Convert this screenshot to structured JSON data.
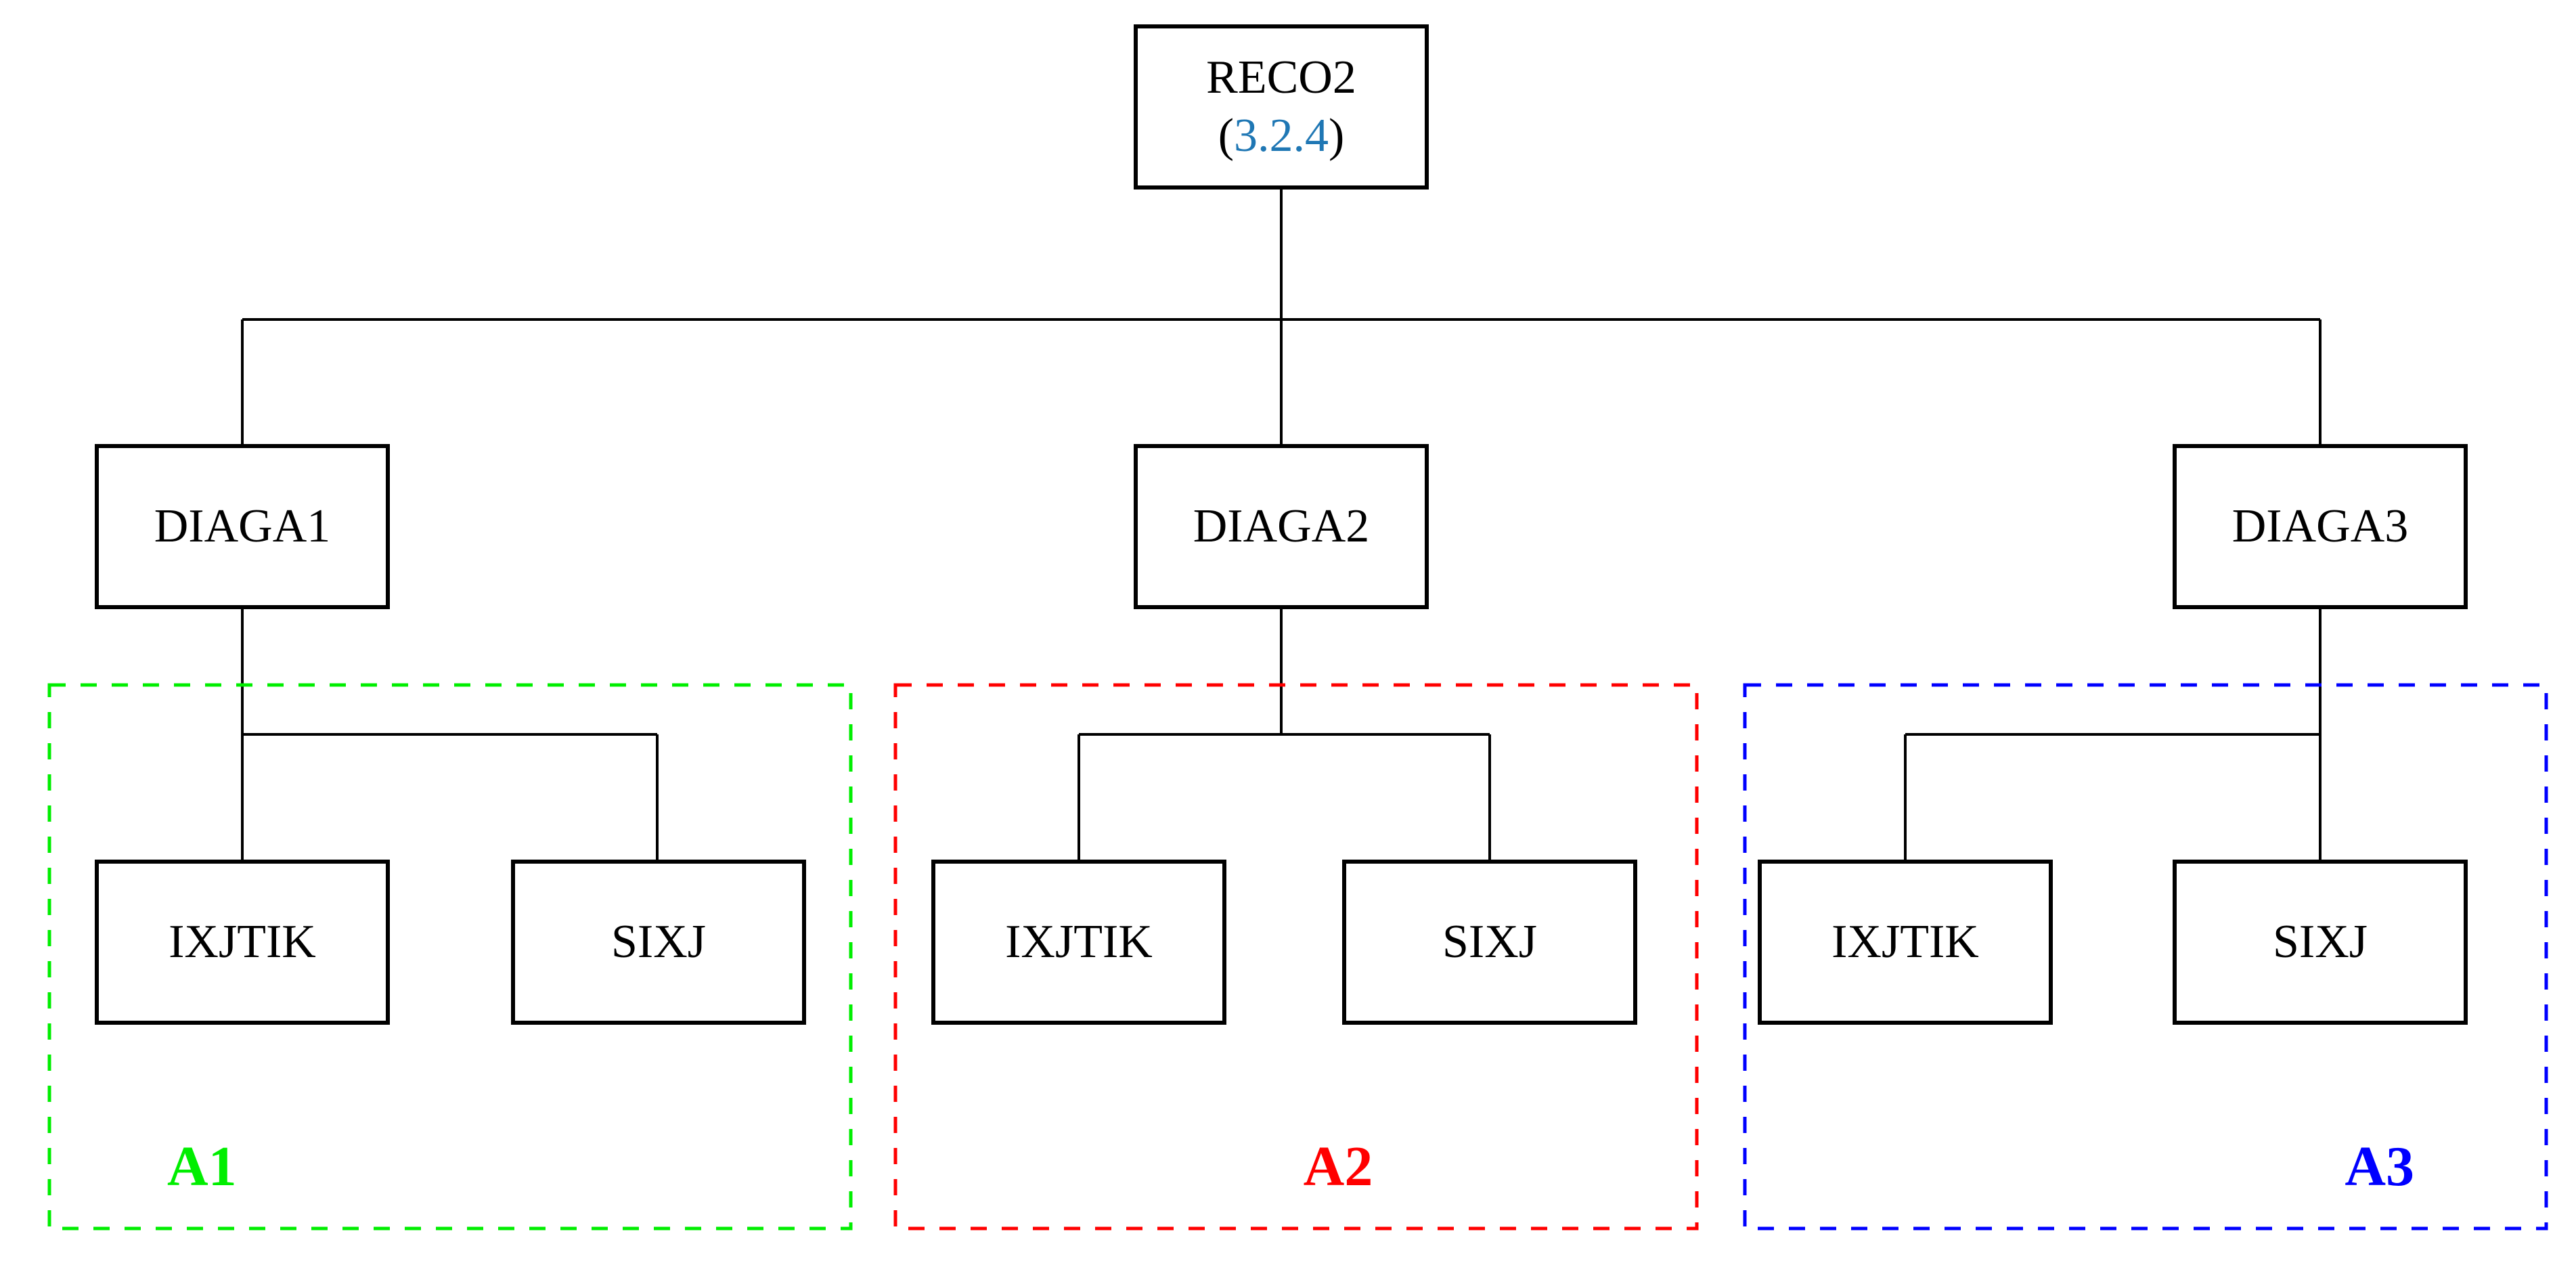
{
  "root_node": {
    "label": "RECO2",
    "version_open": "(",
    "version": "3.2.4",
    "version_close": ")",
    "version_color": "#1f77b4"
  },
  "branch_nodes": [
    {
      "label": "DIAGA1"
    },
    {
      "label": "DIAGA2"
    },
    {
      "label": "DIAGA3"
    }
  ],
  "clusters": [
    {
      "label": "A1",
      "color": "#00ee00",
      "children": [
        {
          "label": "IXJTIK"
        },
        {
          "label": "SIXJ"
        }
      ]
    },
    {
      "label": "A2",
      "color": "#ff0000",
      "children": [
        {
          "label": "IXJTIK"
        },
        {
          "label": "SIXJ"
        }
      ]
    },
    {
      "label": "A3",
      "color": "#0000ff",
      "children": [
        {
          "label": "IXJTIK"
        },
        {
          "label": "SIXJ"
        }
      ]
    }
  ],
  "line_color": "#000000"
}
